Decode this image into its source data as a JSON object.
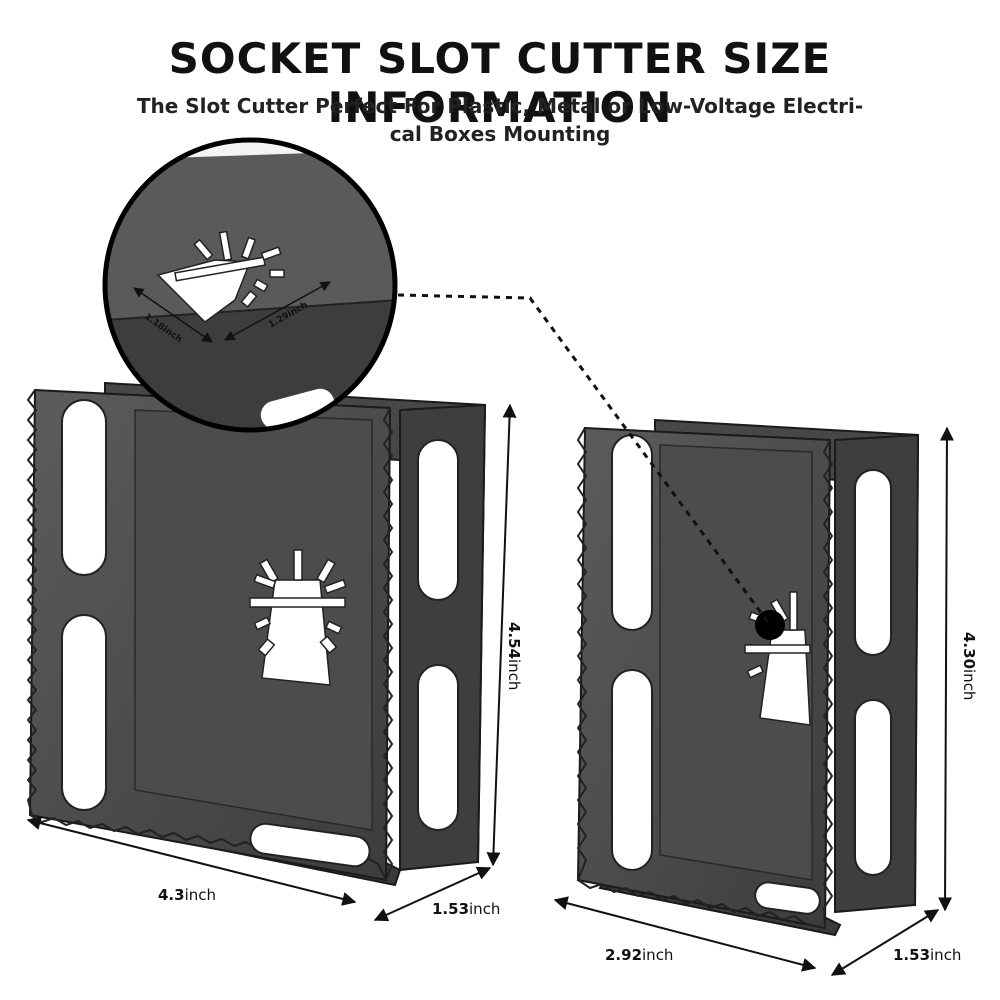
{
  "header": {
    "title": "SOCKET SLOT CUTTER SIZE INFORMATION",
    "subtitle_line1": "The Slot Cutter Perfect For Plastic, Metal or Low-Voltage Electri-",
    "subtitle_line2": "cal Boxes Mounting"
  },
  "zoom_callout": {
    "dim_a": "1.18inch",
    "dim_b": "1.29inch"
  },
  "large_cutter": {
    "height_value": "4.54",
    "width_value": "4.3",
    "depth_value": "1.53",
    "unit": "inch"
  },
  "small_cutter": {
    "height_value": "4.30",
    "width_value": "2.92",
    "depth_value": "1.53",
    "unit": "inch"
  },
  "colors": {
    "metal_dark": "#3a3a3a",
    "metal_mid": "#5a5a5a",
    "metal_face": "#4a4a4a",
    "outline": "#1a1a1a"
  }
}
